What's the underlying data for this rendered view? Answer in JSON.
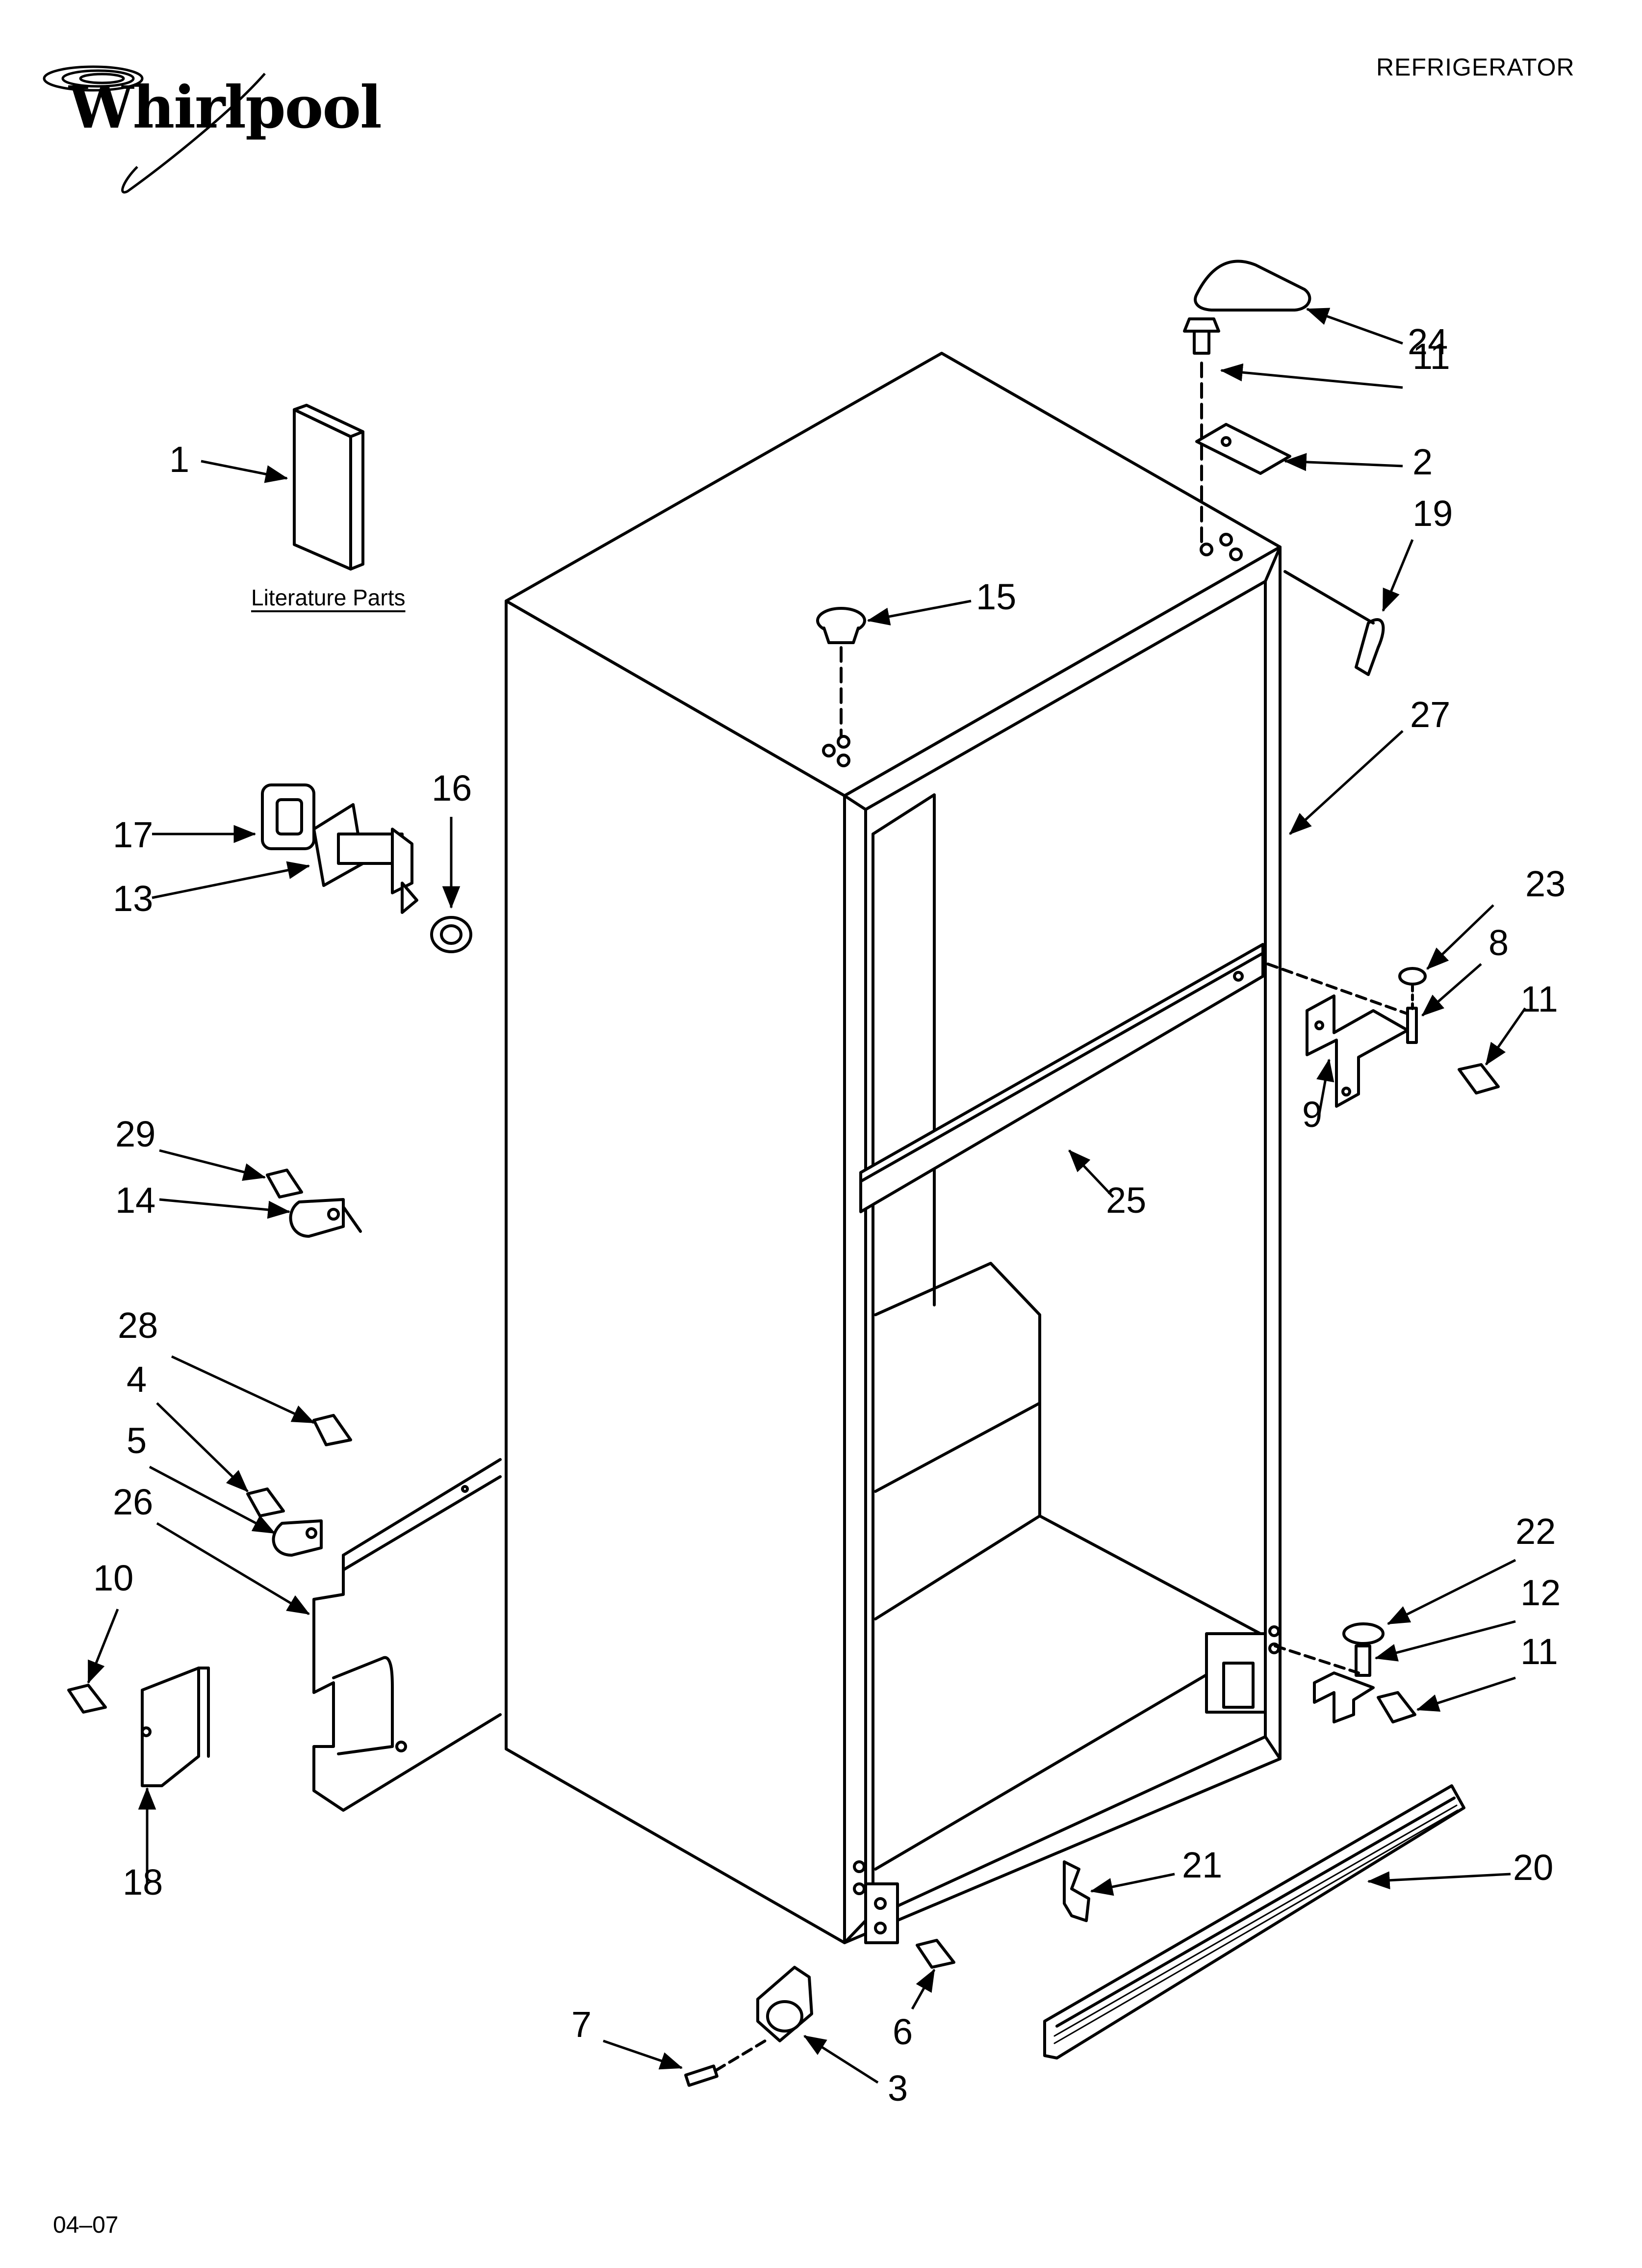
{
  "header": {
    "brand": "Whirlpool",
    "title": "REFRIGERATOR"
  },
  "footer": {
    "code": "04–07"
  },
  "literature_label": "Literature Parts",
  "callouts": {
    "c1": "1",
    "c2": "2",
    "c3": "3",
    "c4": "4",
    "c5": "5",
    "c6": "6",
    "c7": "7",
    "c8": "8",
    "c9": "9",
    "c10": "10",
    "c11a": "11",
    "c11b": "11",
    "c11c": "11",
    "c12": "12",
    "c13": "13",
    "c14": "14",
    "c15": "15",
    "c16": "16",
    "c17": "17",
    "c18": "18",
    "c19": "19",
    "c20": "20",
    "c21": "21",
    "c22": "22",
    "c23": "23",
    "c24": "24",
    "c25": "25",
    "c26": "26",
    "c27": "27",
    "c28": "28",
    "c29": "29"
  }
}
